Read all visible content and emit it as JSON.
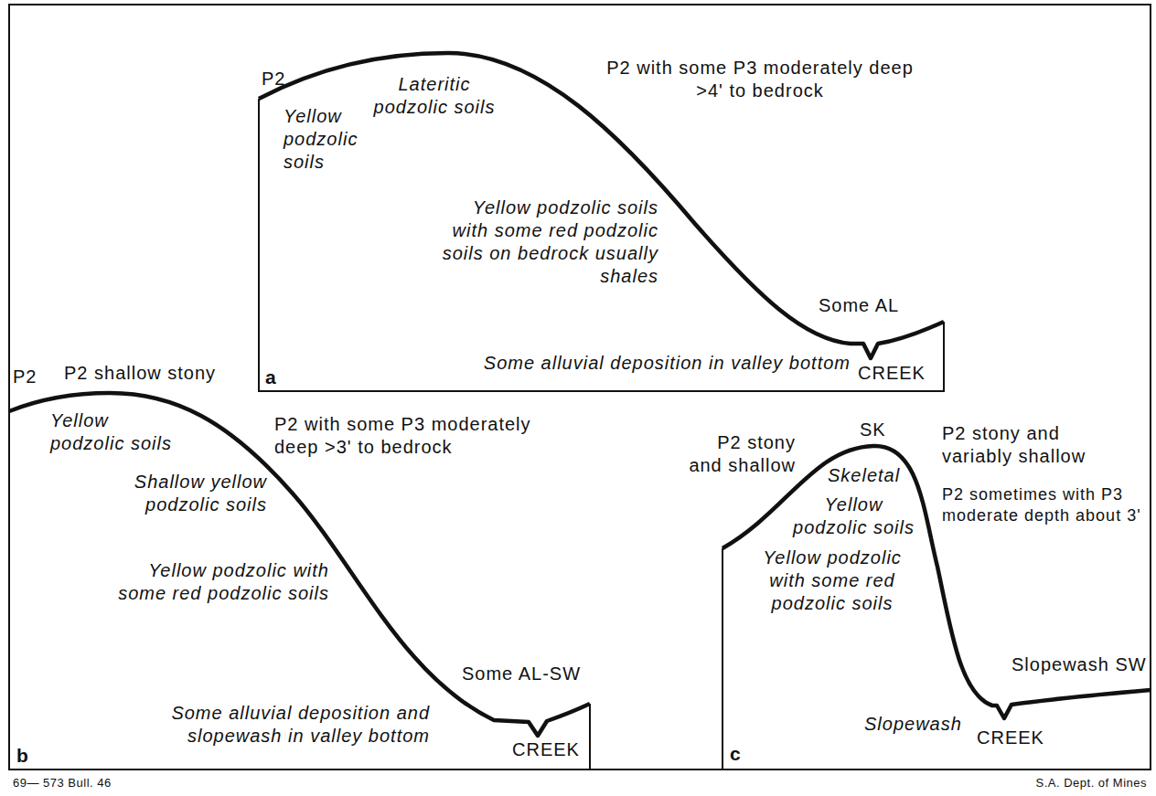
{
  "diagram": {
    "nodes": [
      {
        "text": [
          "P2",
          "Yellow podzolic soils",
          "Lateritic podzolic soils",
          "P2 with some P3 moderately deep >4' to bedrock",
          "Yellow podzolic soils with some red podzolic soils on bedrock usually shales",
          "Some AL",
          "Some alluvial deposition in valley bottom",
          "CREEK",
          "a"
        ]
      },
      {
        "text": [
          "P2",
          "P2 shallow stony",
          "Yellow podzolic soils",
          "Shallow yellow podzolic soils",
          "P2 with some P3 moderately deep >3' to bedrock",
          "Yellow podzolic with some red podzolic soils",
          "Some AL-SW",
          "Some alluvial deposition and slopewash in valley bottom",
          "CREEK",
          "b"
        ]
      },
      {
        "text": [
          "SK",
          "P2 stony and shallow",
          "Skeletal",
          "P2 stony and variably shallow",
          "Yellow podzolic soils",
          "P2 sometimes with P3 moderate depth about 3'",
          "Yellow podzolic with some red podzolic soils",
          "Slopewash SW",
          "Slopewash",
          "CREEK",
          "c"
        ]
      }
    ],
    "labels": [
      "69— 573 Bull. 46",
      "S.A. Dept. of Mines"
    ]
  }
}
